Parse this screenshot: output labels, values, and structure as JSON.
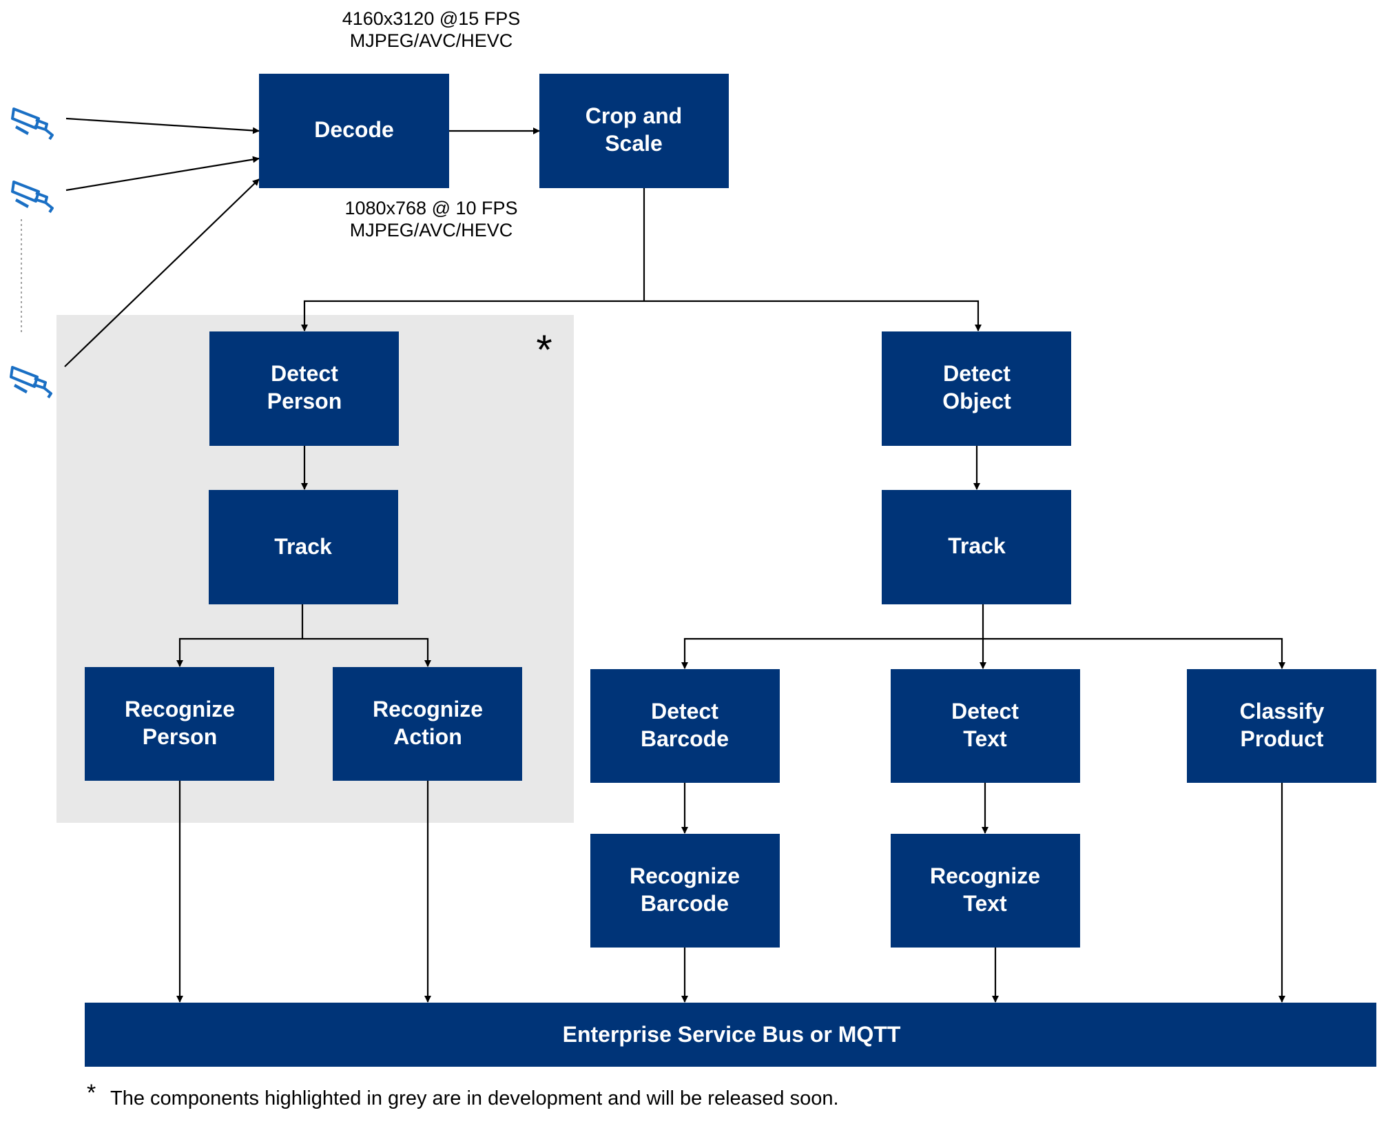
{
  "resolution_notes": {
    "high": [
      "4160x3120 @15 FPS",
      "MJPEG/AVC/HEVC"
    ],
    "low": [
      "1080x768 @ 10 FPS",
      "MJPEG/AVC/HEVC"
    ]
  },
  "boxes": {
    "decode": [
      "Decode"
    ],
    "crop_scale": [
      "Crop and",
      "Scale"
    ],
    "detect_person": [
      "Detect",
      "Person"
    ],
    "track_person": [
      "Track"
    ],
    "recognize_person": [
      "Recognize",
      "Person"
    ],
    "recognize_action": [
      "Recognize",
      "Action"
    ],
    "detect_object": [
      "Detect",
      "Object"
    ],
    "track_object": [
      "Track"
    ],
    "detect_barcode": [
      "Detect",
      "Barcode"
    ],
    "detect_text": [
      "Detect",
      "Text"
    ],
    "classify_product": [
      "Classify",
      "Product"
    ],
    "recognize_barcode": [
      "Recognize",
      "Barcode"
    ],
    "recognize_text": [
      "Recognize",
      "Text"
    ]
  },
  "bus": {
    "label": "Enterprise Service Bus or MQTT"
  },
  "grey_region": {
    "marker": "*"
  },
  "footnote": {
    "marker": "*",
    "text": "The components highlighted in grey are in development and will be released soon."
  },
  "icons": {
    "camera": "security-camera-icon"
  },
  "colors": {
    "box": "#003478",
    "grey_region": "#e8e8e8",
    "camera": "#1a6fc4"
  }
}
